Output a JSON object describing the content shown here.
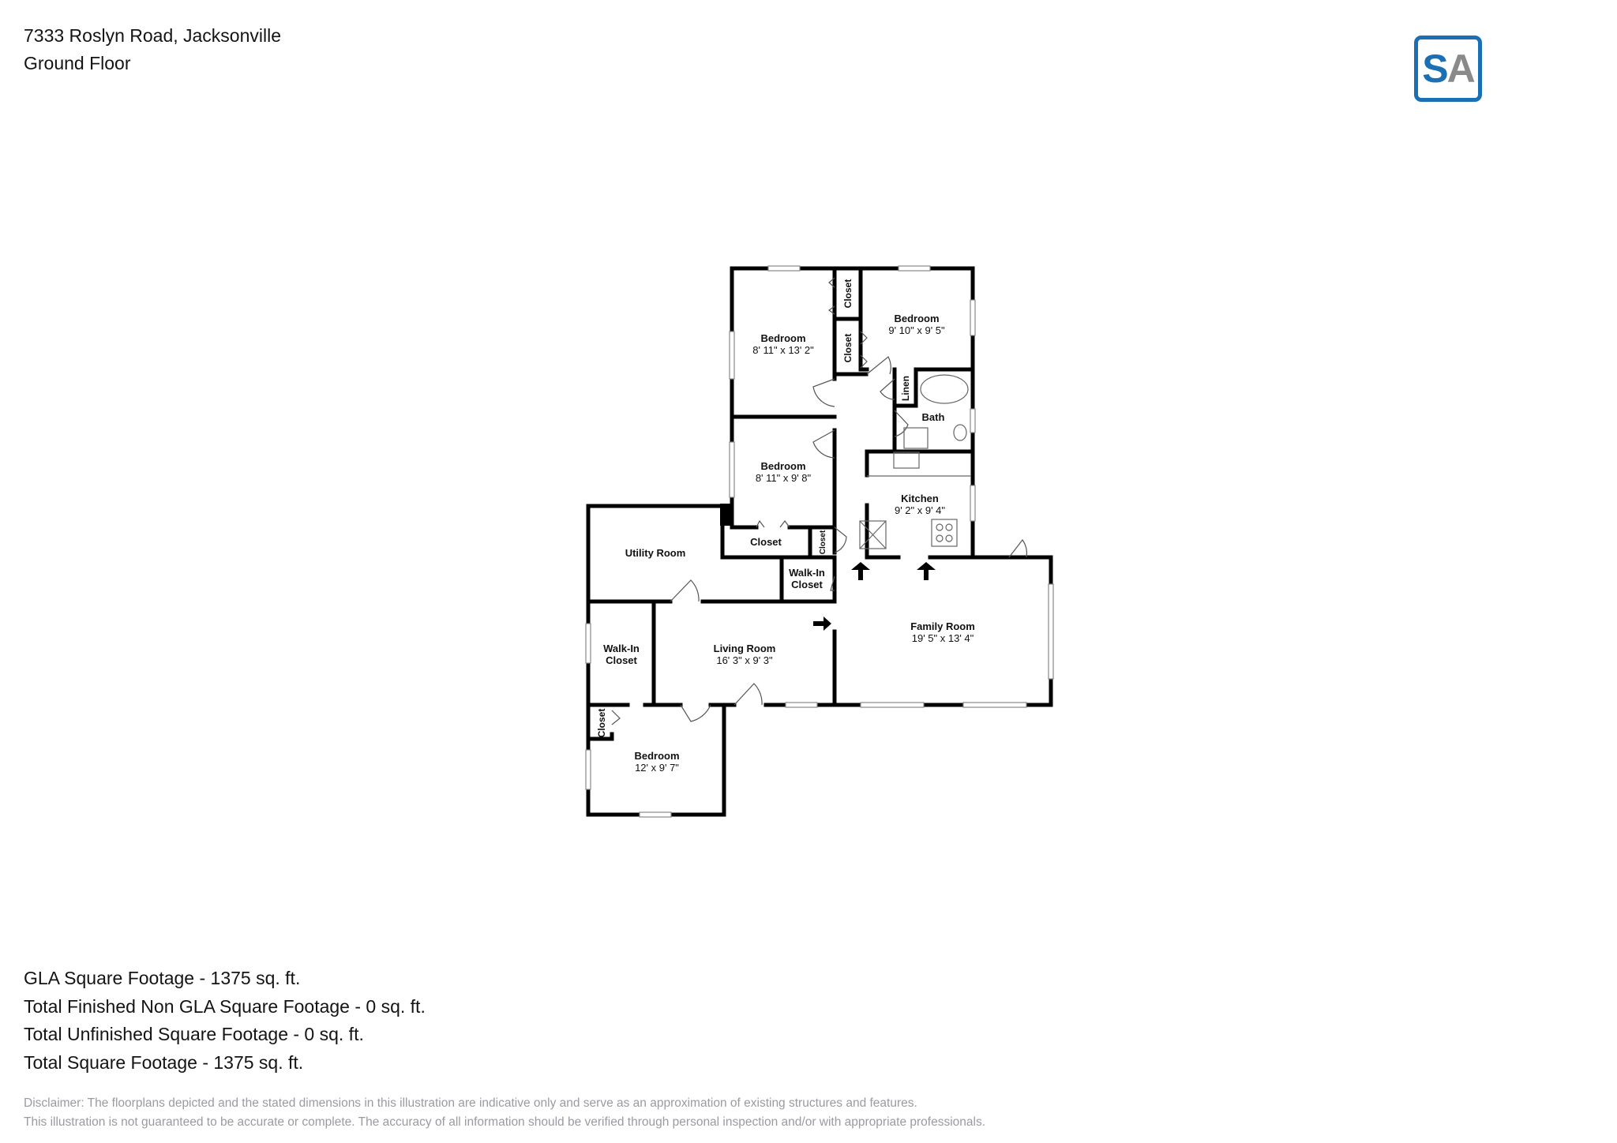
{
  "header": {
    "address": "7333 Roslyn Road, Jacksonville",
    "floor": "Ground Floor"
  },
  "logo": {
    "letter1": "S",
    "letter2": "A",
    "primary_color": "#1a6fb5",
    "secondary_color": "#8a8a8a"
  },
  "rooms": {
    "bedroom_nw": {
      "name": "Bedroom",
      "dims": "8' 11\" x 13' 2\""
    },
    "bedroom_ne": {
      "name": "Bedroom",
      "dims": "9' 10\" x 9' 5\""
    },
    "bedroom_mid": {
      "name": "Bedroom",
      "dims": "8' 11\" x 9' 8\""
    },
    "closet_top": {
      "name": "Closet"
    },
    "closet_second": {
      "name": "Closet"
    },
    "linen": {
      "name": "Linen"
    },
    "bath": {
      "name": "Bath"
    },
    "kitchen": {
      "name": "Kitchen",
      "dims": "9' 2\" x 9' 4\""
    },
    "utility": {
      "name": "Utility Room"
    },
    "closet_mid": {
      "name": "Closet"
    },
    "closet_small": {
      "name": "Closet"
    },
    "walkin_mid": {
      "line1": "Walk-In",
      "line2": "Closet"
    },
    "family": {
      "name": "Family Room",
      "dims": "19' 5\" x 13' 4\""
    },
    "walkin_left": {
      "line1": "Walk-In",
      "line2": "Closet"
    },
    "living": {
      "name": "Living Room",
      "dims": "16' 3\" x 9' 3\""
    },
    "closet_sw": {
      "name": "Closet"
    },
    "bedroom_sw": {
      "name": "Bedroom",
      "dims": "12' x 9' 7\""
    }
  },
  "stats": {
    "gla": "GLA Square Footage - 1375 sq. ft.",
    "finished_non_gla": "Total Finished Non GLA Square Footage - 0 sq. ft.",
    "unfinished": "Total Unfinished Square Footage - 0 sq. ft.",
    "total": "Total Square Footage - 1375 sq. ft."
  },
  "disclaimer": {
    "line1": "Disclaimer: The floorplans depicted and the stated dimensions in this illustration are indicative only and serve as an approximation of existing structures and features.",
    "line2": "This illustration is not guaranteed to be accurate or complete. The accuracy of all information should be verified through personal inspection and/or with appropriate professionals."
  }
}
